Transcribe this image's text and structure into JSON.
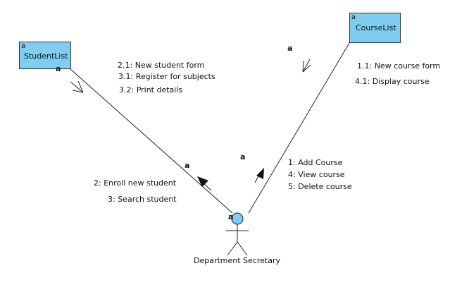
{
  "classes": [
    {
      "id": "studentlist",
      "name": "StudentList",
      "marker": "a"
    },
    {
      "id": "courselist",
      "name": "CourseList",
      "marker": "a"
    }
  ],
  "actor": {
    "name": "Department Secretary",
    "marker": "a"
  },
  "link_markers": [
    "a",
    "a",
    "a",
    "a"
  ],
  "messages_studentlist_to_actor": [
    "2.1: New student form",
    "3.1: Register for subjects",
    "3.2: Print details"
  ],
  "messages_actor_to_studentlist": [
    "2: Enroll new student",
    "3: Search student"
  ],
  "messages_courselist_to_actor": [
    "1.1: New course form",
    "4.1: Display course"
  ],
  "messages_actor_to_courselist": [
    "1: Add Course",
    "4: View course",
    "5: Delete course"
  ],
  "colors": {
    "class_fill": "#7fcdf0",
    "actor_fill": "#7fcdf0",
    "line": "#222222"
  }
}
